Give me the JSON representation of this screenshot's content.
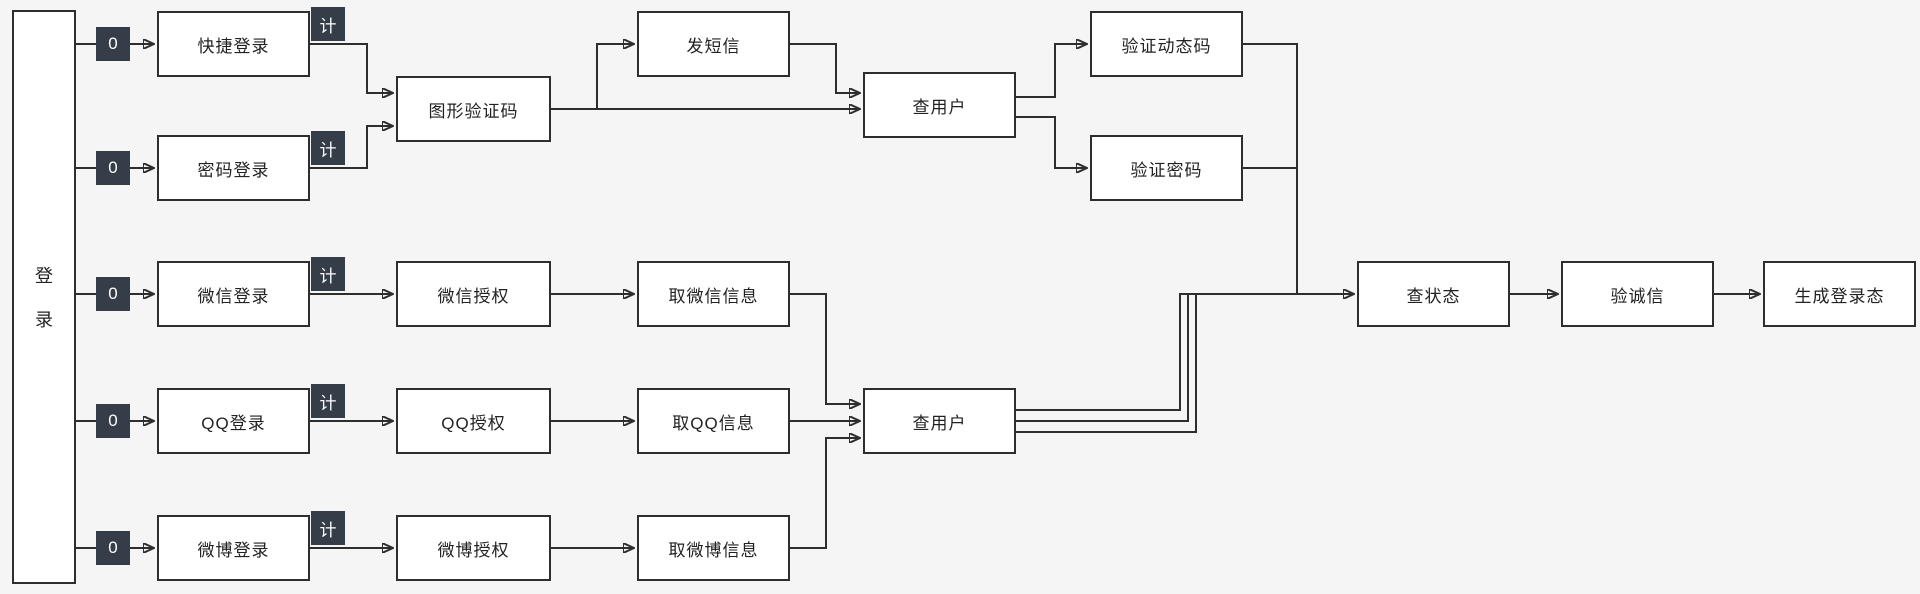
{
  "palette": {
    "background": "#f5f5f6",
    "line": "#2e2e2e",
    "box_bg": "#ffffff",
    "box_border": "#2e2e2e",
    "badge_bg": "#353d49",
    "badge_text": "#ffffff"
  },
  "root_node": {
    "char1": "登",
    "char2": "录"
  },
  "badges": {
    "zero": "0",
    "counter": "计"
  },
  "nodes": {
    "quick_login": "快捷登录",
    "password_login": "密码登录",
    "wechat_login": "微信登录",
    "qq_login": "QQ登录",
    "weibo_login": "微博登录",
    "captcha": "图形验证码",
    "send_sms": "发短信",
    "check_user_top": "查用户",
    "check_user_bottom": "查用户",
    "verify_dynamic_code": "验证动态码",
    "verify_password": "验证密码",
    "wechat_auth": "微信授权",
    "get_wechat_info": "取微信信息",
    "qq_auth": "QQ授权",
    "get_qq_info": "取QQ信息",
    "weibo_auth": "微博授权",
    "get_weibo_info": "取微博信息",
    "check_status": "查状态",
    "verify_integrity": "验诚信",
    "generate_login_state": "生成登录态"
  }
}
